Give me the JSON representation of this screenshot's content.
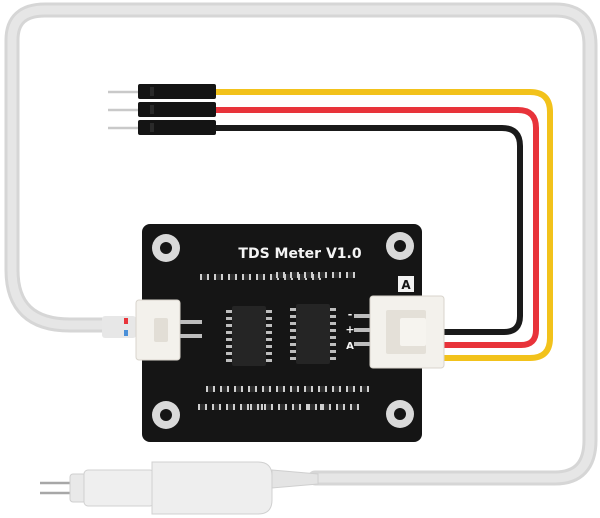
{
  "board": {
    "title": "TDS Meter V1.0",
    "port_label": "A",
    "pin_labels": [
      "-",
      "+",
      "A"
    ]
  },
  "colors": {
    "board": "#151515",
    "wire_yellow": "#f2c21b",
    "wire_red": "#e8333a",
    "wire_black": "#1a1a1a",
    "cable_gray": "#dcdcdc",
    "connector": "#f3f1ec",
    "header": "#141414",
    "pin_metal": "#c9c9c9"
  }
}
